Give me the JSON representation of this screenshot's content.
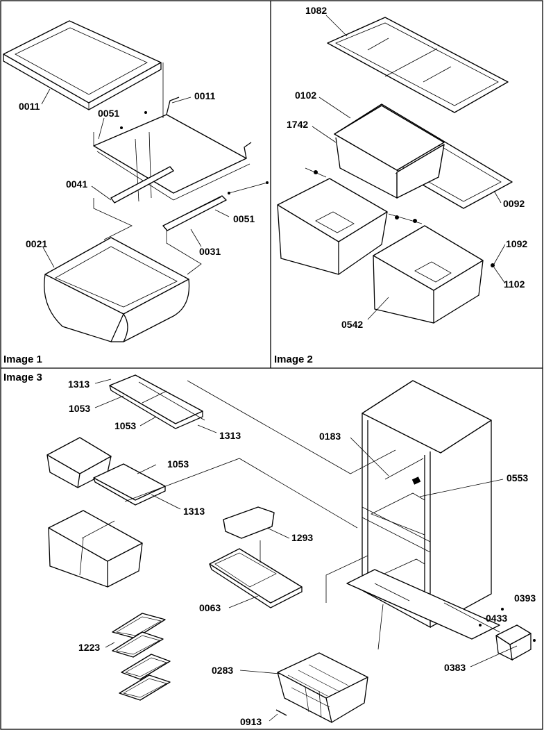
{
  "panels": [
    {
      "caption": "Image 1"
    },
    {
      "caption": "Image 2"
    },
    {
      "caption": "Image 3"
    }
  ],
  "parts": {
    "p1_0011_a": "0011",
    "p1_0011_b": "0011",
    "p1_0051_a": "0051",
    "p1_0051_b": "0051",
    "p1_0041": "0041",
    "p1_0031": "0031",
    "p1_0021": "0021",
    "p2_1082": "1082",
    "p2_0102": "0102",
    "p2_1742": "1742",
    "p2_0092": "0092",
    "p2_1092": "1092",
    "p2_1102": "1102",
    "p2_0542": "0542",
    "p3_1313_a": "1313",
    "p3_1053_a": "1053",
    "p3_1053_b": "1053",
    "p3_1313_b": "1313",
    "p3_1053_c": "1053",
    "p3_1313_c": "1313",
    "p3_0183": "0183",
    "p3_0553": "0553",
    "p3_1293": "1293",
    "p3_0063": "0063",
    "p3_0393": "0393",
    "p3_0433": "0433",
    "p3_1223": "1223",
    "p3_0283": "0283",
    "p3_0383": "0383",
    "p3_0913": "0913"
  }
}
